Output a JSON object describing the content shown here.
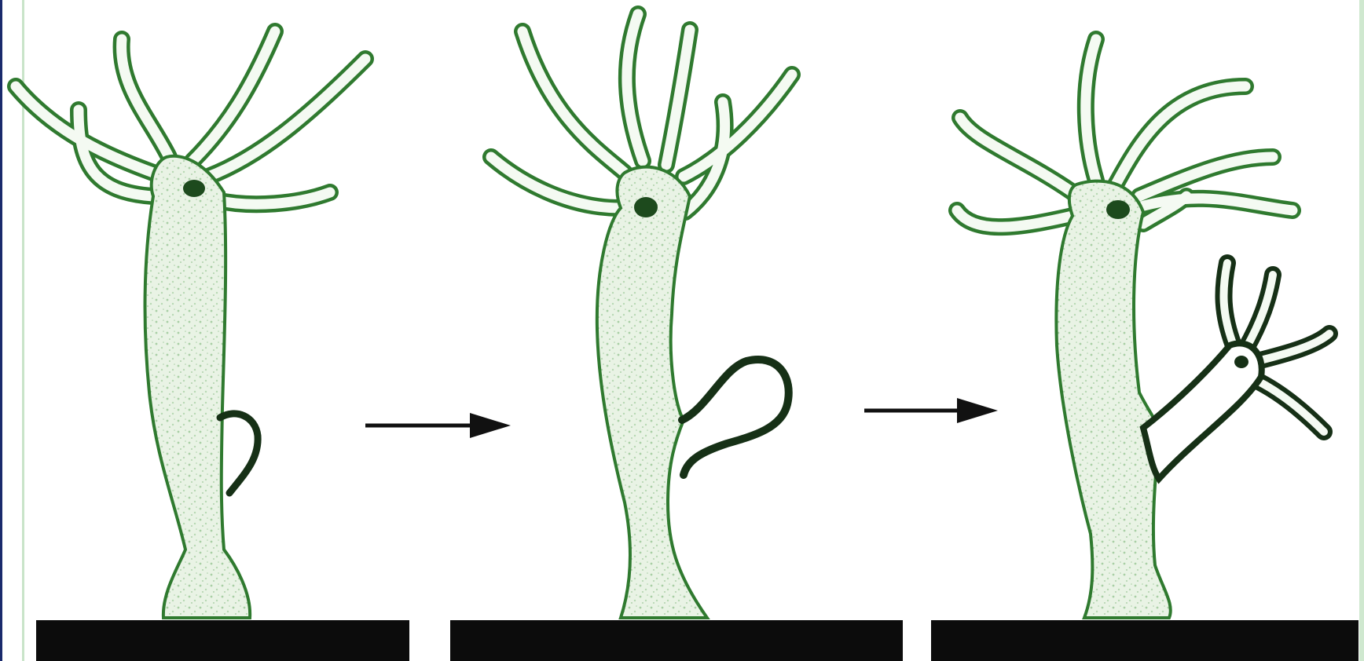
{
  "figure": {
    "subject": "hydra-budding",
    "stages": [
      {
        "name": "bud-initiation"
      },
      {
        "name": "bud-elongation"
      },
      {
        "name": "bud-with-tentacles"
      }
    ],
    "arrows": 2
  },
  "colors": {
    "background": "#ffffff",
    "outline_green": "#2f7a2f",
    "body_fill": "#e4f0df",
    "speckle": "#9ec79a",
    "bud_outline": "#163016",
    "base": "#0c0c0c",
    "arrow": "#111111",
    "mouth": "#1d4a1d",
    "frame_left": "#1a2a6c",
    "frame_right": "#bfe0bf"
  }
}
